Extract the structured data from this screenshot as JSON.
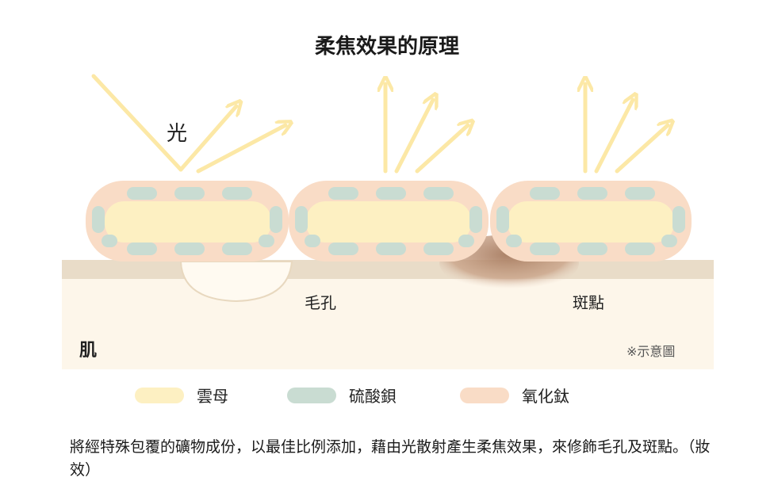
{
  "title": "柔焦效果的原理",
  "labels": {
    "light": "光",
    "pore": "毛孔",
    "spot": "斑點",
    "skin": "肌",
    "note": "※示意圖"
  },
  "legend": [
    {
      "label": "雲母",
      "color": "#fdf0c2"
    },
    {
      "label": "硫酸鋇",
      "color": "#c9dcd2"
    },
    {
      "label": "氧化鈦",
      "color": "#f9dcc6"
    }
  ],
  "description": "將經特殊包覆的礦物成份，以最佳比例添加，藉由光散射產生柔焦效果，來修飾毛孔及斑點。（妝效）",
  "colors": {
    "light_ray": "#fce8a6",
    "skin_surface": "#e9dcc8",
    "skin_body": "#fdf6ea",
    "spot": "#b78a6d"
  }
}
